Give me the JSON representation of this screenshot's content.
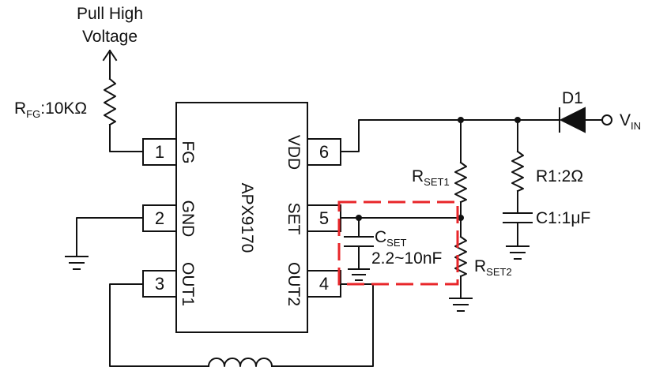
{
  "pull_high": {
    "line1": "Pull High",
    "line2": "Voltage"
  },
  "rfg": {
    "main": "R",
    "sub": "FG",
    "value": ":10KΩ"
  },
  "chip": {
    "part": "APX9170",
    "pins": [
      {
        "num": "1",
        "label": "FG"
      },
      {
        "num": "2",
        "label": "GND"
      },
      {
        "num": "3",
        "label": "OUT1"
      },
      {
        "num": "4",
        "label": "OUT2"
      },
      {
        "num": "5",
        "label": "SET"
      },
      {
        "num": "6",
        "label": "VDD"
      }
    ]
  },
  "rset1": {
    "main": "R",
    "sub": "SET1"
  },
  "rset2": {
    "main": "R",
    "sub": "SET2"
  },
  "cset": {
    "main": "C",
    "sub": "SET",
    "value": "2.2~10nF"
  },
  "r1": {
    "label": "R1:2Ω"
  },
  "c1": {
    "label": "C1:1μF"
  },
  "d1": {
    "label": "D1"
  },
  "vin": {
    "main": "V",
    "sub": "IN"
  },
  "colors": {
    "line": "#111111",
    "highlight": "#e8262a"
  }
}
